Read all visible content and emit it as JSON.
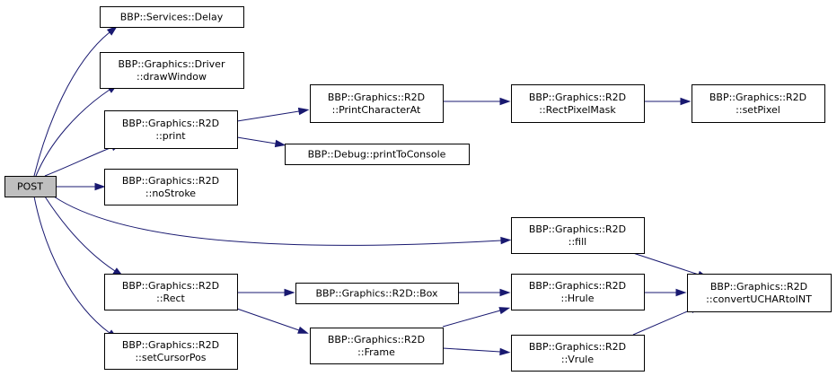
{
  "diagram": {
    "edge_color": "#191970",
    "root_fill": "#bfbfbf",
    "nodes": [
      {
        "id": "post",
        "name": "node-post",
        "lines": [
          "POST"
        ],
        "root": true
      },
      {
        "id": "delay",
        "name": "node-services-delay",
        "lines": [
          "BBP::Services::Delay"
        ]
      },
      {
        "id": "drawwindow",
        "name": "node-driver-drawwindow",
        "lines": [
          "BBP::Graphics::Driver",
          "::drawWindow"
        ]
      },
      {
        "id": "print",
        "name": "node-r2d-print",
        "lines": [
          "BBP::Graphics::R2D",
          "::print"
        ]
      },
      {
        "id": "nostroke",
        "name": "node-r2d-nostroke",
        "lines": [
          "BBP::Graphics::R2D",
          "::noStroke"
        ]
      },
      {
        "id": "rect",
        "name": "node-r2d-rect",
        "lines": [
          "BBP::Graphics::R2D",
          "::Rect"
        ]
      },
      {
        "id": "setcursorpos",
        "name": "node-r2d-setcursorpos",
        "lines": [
          "BBP::Graphics::R2D",
          "::setCursorPos"
        ]
      },
      {
        "id": "printcharacterat",
        "name": "node-r2d-printcharacterat",
        "lines": [
          "BBP::Graphics::R2D",
          "::PrintCharacterAt"
        ]
      },
      {
        "id": "printtoconsole",
        "name": "node-debug-printtoconsole",
        "lines": [
          "BBP::Debug::printToConsole"
        ]
      },
      {
        "id": "box",
        "name": "node-r2d-box",
        "lines": [
          "BBP::Graphics::R2D::Box"
        ]
      },
      {
        "id": "frame",
        "name": "node-r2d-frame",
        "lines": [
          "BBP::Graphics::R2D",
          "::Frame"
        ]
      },
      {
        "id": "rectpixelmask",
        "name": "node-r2d-rectpixelmask",
        "lines": [
          "BBP::Graphics::R2D",
          "::RectPixelMask"
        ]
      },
      {
        "id": "fill",
        "name": "node-r2d-fill",
        "lines": [
          "BBP::Graphics::R2D",
          "::fill"
        ]
      },
      {
        "id": "hrule",
        "name": "node-r2d-hrule",
        "lines": [
          "BBP::Graphics::R2D",
          "::Hrule"
        ]
      },
      {
        "id": "vrule",
        "name": "node-r2d-vrule",
        "lines": [
          "BBP::Graphics::R2D",
          "::Vrule"
        ]
      },
      {
        "id": "setpixel",
        "name": "node-r2d-setpixel",
        "lines": [
          "BBP::Graphics::R2D",
          "::setPixel"
        ]
      },
      {
        "id": "convertuchartoint",
        "name": "node-r2d-convertuchartoint",
        "lines": [
          "BBP::Graphics::R2D",
          "::convertUCHARtoINT"
        ]
      }
    ],
    "edges": [
      {
        "from": "post",
        "to": "delay"
      },
      {
        "from": "post",
        "to": "drawwindow"
      },
      {
        "from": "post",
        "to": "print"
      },
      {
        "from": "post",
        "to": "nostroke"
      },
      {
        "from": "post",
        "to": "fill"
      },
      {
        "from": "post",
        "to": "rect"
      },
      {
        "from": "post",
        "to": "setcursorpos"
      },
      {
        "from": "print",
        "to": "printcharacterat"
      },
      {
        "from": "print",
        "to": "printtoconsole"
      },
      {
        "from": "printcharacterat",
        "to": "rectpixelmask"
      },
      {
        "from": "rectpixelmask",
        "to": "setpixel"
      },
      {
        "from": "fill",
        "to": "convertuchartoint"
      },
      {
        "from": "rect",
        "to": "box"
      },
      {
        "from": "rect",
        "to": "frame"
      },
      {
        "from": "box",
        "to": "hrule"
      },
      {
        "from": "frame",
        "to": "hrule"
      },
      {
        "from": "frame",
        "to": "vrule"
      },
      {
        "from": "hrule",
        "to": "convertuchartoint"
      },
      {
        "from": "vrule",
        "to": "convertuchartoint"
      }
    ]
  }
}
